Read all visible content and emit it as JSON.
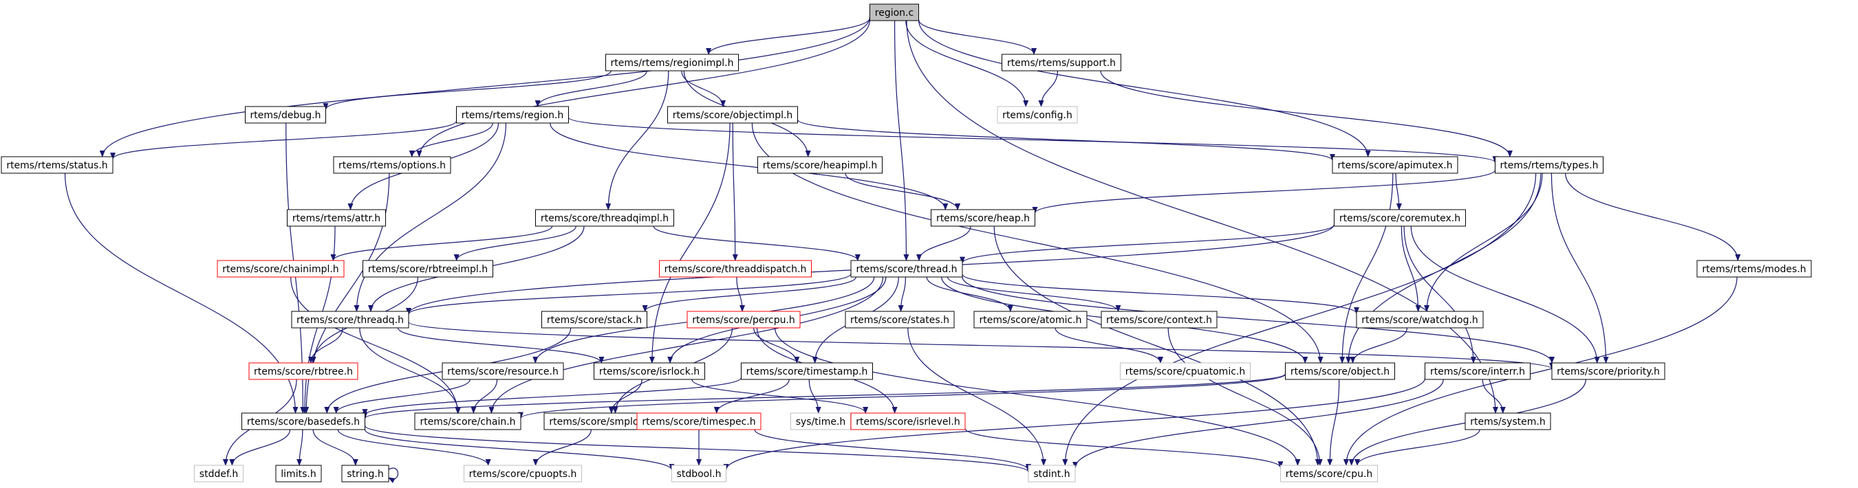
{
  "colors": {
    "edge": "#191970",
    "node_border": "#000000",
    "node_border_missing": "#bfbfbf",
    "node_border_truncated": "#ff0000",
    "root_fill": "#bfbfbf",
    "text": "#000000"
  },
  "nodes": [
    {
      "id": "region_c",
      "label": "region.c",
      "style": "root"
    },
    {
      "id": "regionimpl_h",
      "label": "rtems/rtems/regionimpl.h",
      "style": "normal"
    },
    {
      "id": "support_h",
      "label": "rtems/rtems/support.h",
      "style": "normal"
    },
    {
      "id": "debug_h",
      "label": "rtems/debug.h",
      "style": "normal"
    },
    {
      "id": "region_h",
      "label": "rtems/rtems/region.h",
      "style": "normal"
    },
    {
      "id": "objectimpl_h",
      "label": "rtems/score/objectimpl.h",
      "style": "normal"
    },
    {
      "id": "config_h",
      "label": "rtems/config.h",
      "style": "missing"
    },
    {
      "id": "status_h",
      "label": "rtems/rtems/status.h",
      "style": "normal"
    },
    {
      "id": "options_h",
      "label": "rtems/rtems/options.h",
      "style": "normal"
    },
    {
      "id": "heapimpl_h",
      "label": "rtems/score/heapimpl.h",
      "style": "normal"
    },
    {
      "id": "apimutex_h",
      "label": "rtems/score/apimutex.h",
      "style": "normal"
    },
    {
      "id": "types_h",
      "label": "rtems/rtems/types.h",
      "style": "normal"
    },
    {
      "id": "attr_h",
      "label": "rtems/rtems/attr.h",
      "style": "normal"
    },
    {
      "id": "threadqimpl_h",
      "label": "rtems/score/threadqimpl.h",
      "style": "normal"
    },
    {
      "id": "heap_h",
      "label": "rtems/score/heap.h",
      "style": "normal"
    },
    {
      "id": "coremutex_h",
      "label": "rtems/score/coremutex.h",
      "style": "normal"
    },
    {
      "id": "chainimpl_h",
      "label": "rtems/score/chainimpl.h",
      "style": "truncated"
    },
    {
      "id": "rbtreeimpl_h",
      "label": "rtems/score/rbtreeimpl.h",
      "style": "normal"
    },
    {
      "id": "threaddispatch_h",
      "label": "rtems/score/threaddispatch.h",
      "style": "truncated"
    },
    {
      "id": "thread_h",
      "label": "rtems/score/thread.h",
      "style": "normal"
    },
    {
      "id": "modes_h",
      "label": "rtems/rtems/modes.h",
      "style": "normal"
    },
    {
      "id": "threadq_h",
      "label": "rtems/score/threadq.h",
      "style": "normal"
    },
    {
      "id": "stack_h",
      "label": "rtems/score/stack.h",
      "style": "normal"
    },
    {
      "id": "percpu_h",
      "label": "rtems/score/percpu.h",
      "style": "truncated"
    },
    {
      "id": "states_h",
      "label": "rtems/score/states.h",
      "style": "normal"
    },
    {
      "id": "atomic_h",
      "label": "rtems/score/atomic.h",
      "style": "normal"
    },
    {
      "id": "context_h",
      "label": "rtems/score/context.h",
      "style": "normal"
    },
    {
      "id": "watchdog_h",
      "label": "rtems/score/watchdog.h",
      "style": "normal"
    },
    {
      "id": "rbtree_h",
      "label": "rtems/score/rbtree.h",
      "style": "truncated"
    },
    {
      "id": "resource_h",
      "label": "rtems/score/resource.h",
      "style": "normal"
    },
    {
      "id": "isrlock_h",
      "label": "rtems/score/isrlock.h",
      "style": "normal"
    },
    {
      "id": "timestamp_h",
      "label": "rtems/score/timestamp.h",
      "style": "normal"
    },
    {
      "id": "cpuatomic_h",
      "label": "rtems/score/cpuatomic.h",
      "style": "missing"
    },
    {
      "id": "object_h",
      "label": "rtems/score/object.h",
      "style": "normal"
    },
    {
      "id": "interr_h",
      "label": "rtems/score/interr.h",
      "style": "normal"
    },
    {
      "id": "priority_h",
      "label": "rtems/score/priority.h",
      "style": "normal"
    },
    {
      "id": "basedefs_h",
      "label": "rtems/score/basedefs.h",
      "style": "normal"
    },
    {
      "id": "chain_h",
      "label": "rtems/score/chain.h",
      "style": "normal"
    },
    {
      "id": "smplock_h",
      "label": "rtems/score/smplock.h",
      "style": "normal"
    },
    {
      "id": "timespec_h",
      "label": "rtems/score/timespec.h",
      "style": "truncated"
    },
    {
      "id": "time_h",
      "label": "sys/time.h",
      "style": "missing"
    },
    {
      "id": "isrlevel_h",
      "label": "rtems/score/isrlevel.h",
      "style": "truncated"
    },
    {
      "id": "system_h",
      "label": "rtems/system.h",
      "style": "normal"
    },
    {
      "id": "stddef_h",
      "label": "stddef.h",
      "style": "missing"
    },
    {
      "id": "limits_h",
      "label": "limits.h",
      "style": "normal"
    },
    {
      "id": "string_h",
      "label": "string.h",
      "style": "normal"
    },
    {
      "id": "cpuopts_h",
      "label": "rtems/score/cpuopts.h",
      "style": "missing"
    },
    {
      "id": "stdbool_h",
      "label": "stdbool.h",
      "style": "missing"
    },
    {
      "id": "stdint_h",
      "label": "stdint.h",
      "style": "missing"
    },
    {
      "id": "cpu_h",
      "label": "rtems/score/cpu.h",
      "style": "missing"
    }
  ],
  "edges": [
    [
      "region_c",
      "regionimpl_h"
    ],
    [
      "region_c",
      "support_h"
    ],
    [
      "region_c",
      "config_h"
    ],
    [
      "region_c",
      "status_h"
    ],
    [
      "region_c",
      "options_h"
    ],
    [
      "region_c",
      "thread_h"
    ],
    [
      "region_c",
      "apimutex_h"
    ],
    [
      "region_c",
      "system_h"
    ],
    [
      "regionimpl_h",
      "debug_h"
    ],
    [
      "regionimpl_h",
      "region_h"
    ],
    [
      "regionimpl_h",
      "objectimpl_h"
    ],
    [
      "regionimpl_h",
      "heapimpl_h"
    ],
    [
      "regionimpl_h",
      "threadqimpl_h"
    ],
    [
      "support_h",
      "config_h"
    ],
    [
      "support_h",
      "types_h"
    ],
    [
      "debug_h",
      "basedefs_h"
    ],
    [
      "region_h",
      "status_h"
    ],
    [
      "region_h",
      "options_h"
    ],
    [
      "region_h",
      "attr_h"
    ],
    [
      "region_h",
      "types_h"
    ],
    [
      "region_h",
      "heap_h"
    ],
    [
      "region_h",
      "threadq_h"
    ],
    [
      "objectimpl_h",
      "apimutex_h"
    ],
    [
      "objectimpl_h",
      "object_h"
    ],
    [
      "objectimpl_h",
      "threaddispatch_h"
    ],
    [
      "objectimpl_h",
      "isrlock_h"
    ],
    [
      "status_h",
      "basedefs_h"
    ],
    [
      "options_h",
      "basedefs_h"
    ],
    [
      "attr_h",
      "basedefs_h"
    ],
    [
      "heapimpl_h",
      "heap_h"
    ],
    [
      "apimutex_h",
      "coremutex_h"
    ],
    [
      "apimutex_h",
      "object_h"
    ],
    [
      "types_h",
      "heap_h"
    ],
    [
      "types_h",
      "watchdog_h"
    ],
    [
      "types_h",
      "object_h"
    ],
    [
      "types_h",
      "priority_h"
    ],
    [
      "types_h",
      "modes_h"
    ],
    [
      "types_h",
      "stdint_h"
    ],
    [
      "threadqimpl_h",
      "chainimpl_h"
    ],
    [
      "threadqimpl_h",
      "rbtreeimpl_h"
    ],
    [
      "threadqimpl_h",
      "thread_h"
    ],
    [
      "threadqimpl_h",
      "threadq_h"
    ],
    [
      "heap_h",
      "thread_h"
    ],
    [
      "heap_h",
      "cpu_h"
    ],
    [
      "coremutex_h",
      "thread_h"
    ],
    [
      "coremutex_h",
      "threadq_h"
    ],
    [
      "coremutex_h",
      "watchdog_h"
    ],
    [
      "coremutex_h",
      "interr_h"
    ],
    [
      "coremutex_h",
      "priority_h"
    ],
    [
      "chainimpl_h",
      "chain_h"
    ],
    [
      "rbtreeimpl_h",
      "rbtree_h"
    ],
    [
      "threaddispatch_h",
      "percpu_h"
    ],
    [
      "thread_h",
      "threadq_h"
    ],
    [
      "thread_h",
      "stack_h"
    ],
    [
      "thread_h",
      "states_h"
    ],
    [
      "thread_h",
      "atomic_h"
    ],
    [
      "thread_h",
      "context_h"
    ],
    [
      "thread_h",
      "watchdog_h"
    ],
    [
      "thread_h",
      "resource_h"
    ],
    [
      "thread_h",
      "isrlock_h"
    ],
    [
      "thread_h",
      "timestamp_h"
    ],
    [
      "thread_h",
      "object_h"
    ],
    [
      "thread_h",
      "priority_h"
    ],
    [
      "thread_h",
      "chain_h"
    ],
    [
      "modes_h",
      "cpu_h"
    ],
    [
      "threadq_h",
      "rbtree_h"
    ],
    [
      "threadq_h",
      "isrlock_h"
    ],
    [
      "threadq_h",
      "chain_h"
    ],
    [
      "threadq_h",
      "priority_h"
    ],
    [
      "stack_h",
      "basedefs_h"
    ],
    [
      "percpu_h",
      "timestamp_h"
    ],
    [
      "percpu_h",
      "isrlevel_h"
    ],
    [
      "percpu_h",
      "smplock_h"
    ],
    [
      "percpu_h",
      "cpu_h"
    ],
    [
      "states_h",
      "stdint_h"
    ],
    [
      "atomic_h",
      "cpuatomic_h"
    ],
    [
      "context_h",
      "cpu_h"
    ],
    [
      "watchdog_h",
      "object_h"
    ],
    [
      "rbtree_h",
      "stddef_h"
    ],
    [
      "resource_h",
      "basedefs_h"
    ],
    [
      "resource_h",
      "chain_h"
    ],
    [
      "isrlock_h",
      "smplock_h"
    ],
    [
      "isrlock_h",
      "isrlevel_h"
    ],
    [
      "timestamp_h",
      "timespec_h"
    ],
    [
      "timestamp_h",
      "time_h"
    ],
    [
      "timestamp_h",
      "basedefs_h"
    ],
    [
      "object_h",
      "basedefs_h"
    ],
    [
      "object_h",
      "chain_h"
    ],
    [
      "object_h",
      "cpu_h"
    ],
    [
      "interr_h",
      "system_h"
    ],
    [
      "interr_h",
      "stdbool_h"
    ],
    [
      "interr_h",
      "stdint_h"
    ],
    [
      "priority_h",
      "cpu_h"
    ],
    [
      "basedefs_h",
      "stddef_h"
    ],
    [
      "basedefs_h",
      "limits_h"
    ],
    [
      "basedefs_h",
      "string_h"
    ],
    [
      "basedefs_h",
      "cpuopts_h"
    ],
    [
      "basedefs_h",
      "stdbool_h"
    ],
    [
      "basedefs_h",
      "stdint_h"
    ],
    [
      "smplock_h",
      "cpuopts_h"
    ],
    [
      "timespec_h",
      "stdbool_h"
    ],
    [
      "timespec_h",
      "stdint_h"
    ],
    [
      "isrlevel_h",
      "cpu_h"
    ],
    [
      "system_h",
      "cpu_h"
    ],
    [
      "string_h",
      "string_h"
    ]
  ]
}
